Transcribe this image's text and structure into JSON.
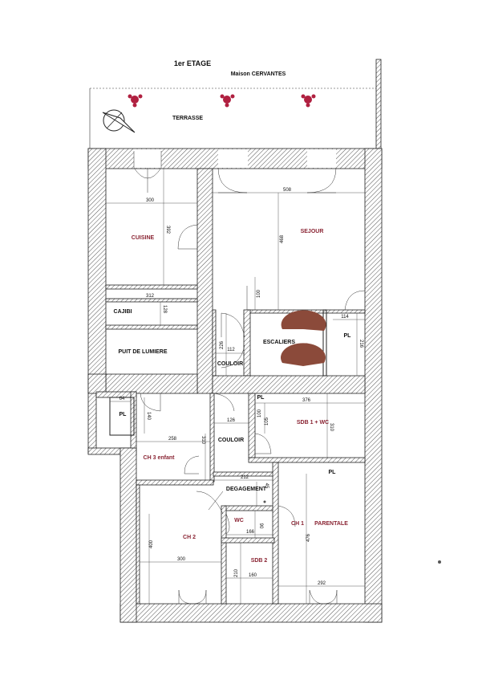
{
  "header": {
    "floor": "1er ETAGE",
    "house": "Maison CERVANTES",
    "terrace": "TERRASSE"
  },
  "rooms": {
    "cuisine": "CUISINE",
    "sejour": "SEJOUR",
    "cajibi": "CAJIBI",
    "puit": "PUIT DE LUMIERE",
    "escaliers": "ESCALIERS",
    "couloir1": "COULOIR",
    "couloir2": "COULOIR",
    "pl1": "PL",
    "pl2": "PL",
    "pl3": "PL",
    "sdb1": "SDB 1 + WC",
    "ch3": "CH 3 enfant",
    "degagement": "DEGAGEMENT",
    "wc": "WC",
    "ch2": "CH 2",
    "ch1": "CH 1",
    "parentale": "PARENTALE",
    "sdb2": "SDB 2"
  },
  "dims": {
    "d300a": "300",
    "d392": "392",
    "d508": "508",
    "d468": "468",
    "d100a": "100",
    "d312": "312",
    "d128": "128",
    "d114": "114",
    "d216": "216",
    "d226": "226",
    "d112": "112",
    "d64": "64",
    "d140": "140",
    "d376": "376",
    "d100b": "100",
    "d105": "105",
    "d126": "126",
    "d310a": "310",
    "d258": "258",
    "d310b": "310",
    "d212": "212",
    "d45": "45",
    "d90": "90",
    "d166": "166",
    "d476": "476",
    "d400": "400",
    "d300b": "300",
    "d210": "210",
    "d160": "160",
    "d292": "292"
  },
  "colors": {
    "room_label": "#8a2433",
    "stair": "#8b4a3a",
    "flower": "#b02040"
  },
  "icons": [
    "compass-icon",
    "flower-icon"
  ]
}
